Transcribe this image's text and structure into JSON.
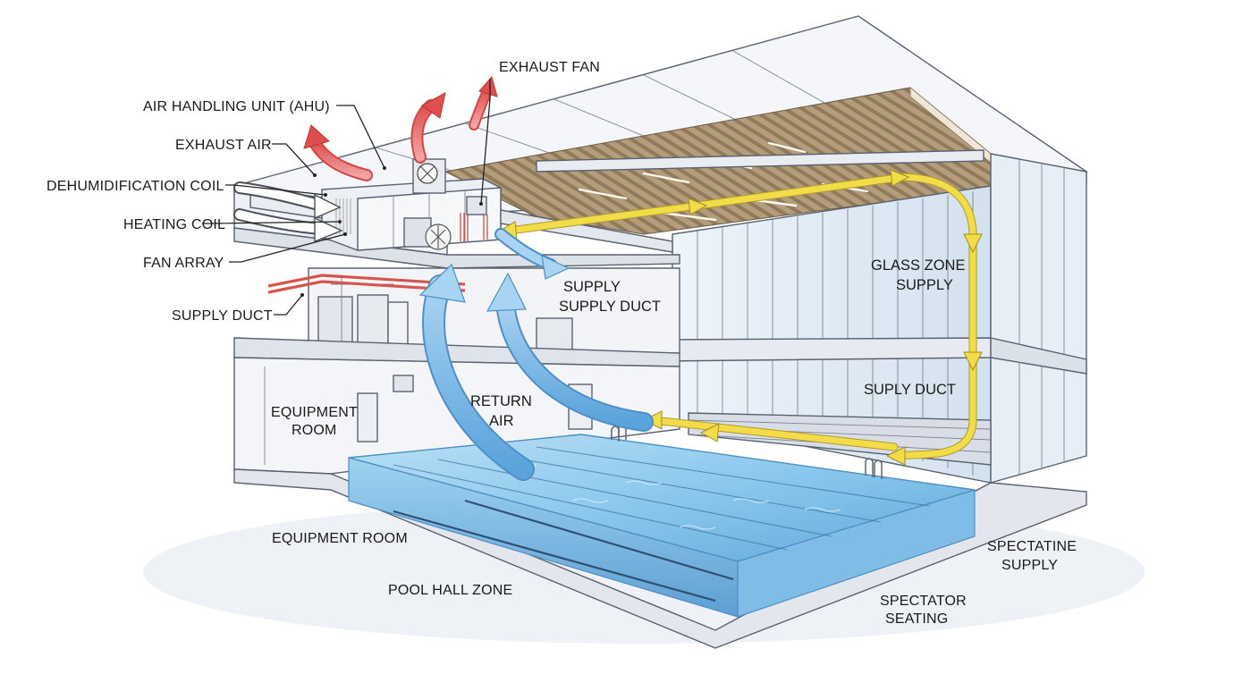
{
  "labels": {
    "exhaust_fan": "EXHAUST FAN",
    "ahu": "AIR HANDLING UNIT (AHU)",
    "exhaust_air": "EXHAUST AIR",
    "dehumidification_coil": "DEHUMIDIFICATION COIL",
    "heating_coil": "HEATING COIL",
    "fan_array": "FAN ARRAY",
    "supply_duct_left": "SUPPLY DUCT",
    "supply_line1": "SUPPLY",
    "supply_line2": "SUPPLY DUCT",
    "glass_zone_line1": "GLASS ZONE",
    "glass_zone_line2": "SUPPLY",
    "supply_duct_right": "SUPLY DUCT",
    "return_air_line1": "RETURN",
    "return_air_line2": "AIR",
    "equipment_room_upper_line1": "EQUIPMENT",
    "equipment_room_upper_line2": "ROOM",
    "equipment_room_lower": "EQUIPMENT ROOM",
    "pool_hall_zone": "POOL HALL ZONE",
    "spectatine_line1": "SPECTATINE",
    "spectatine_line2": "SUPPLY",
    "spectator_line1": "SPECTATOR",
    "spectator_line2": "SEATING"
  },
  "colors": {
    "supply_air": "#f2dc4a",
    "return_air": "#7db9e6",
    "exhaust_air": "#e46b6b",
    "outside_air": "#ffffff",
    "pool_water": "#8cc8ec",
    "ceiling_slats": "#a8916f",
    "glass": "#dfe9f3",
    "red_pipe": "#d6564f"
  }
}
